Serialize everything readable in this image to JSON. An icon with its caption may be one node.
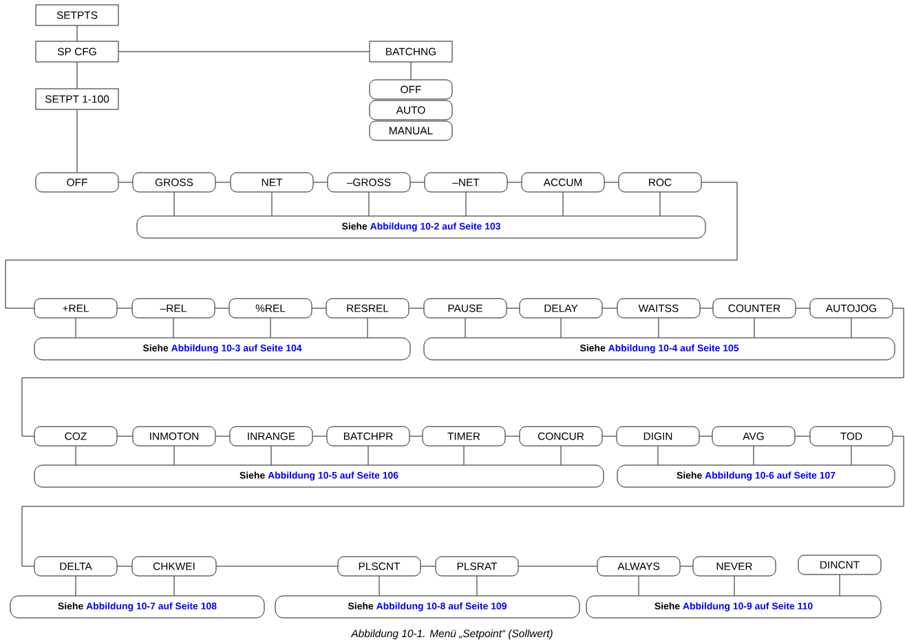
{
  "diagram": {
    "caption": "Abbildung 10-1. Menü „Setpoint“ (Sollwert)",
    "nodes": [
      {
        "text": [
          "SETPTS"
        ]
      },
      {
        "text": [
          "SP CFG"
        ]
      },
      {
        "text": [
          "BATCHNG"
        ]
      },
      {
        "text": [
          "SETPT 1-100"
        ]
      },
      {
        "text": [
          "OFF"
        ]
      },
      {
        "text": [
          "AUTO"
        ]
      },
      {
        "text": [
          "MANUAL"
        ]
      },
      {
        "text": [
          "OFF"
        ]
      },
      {
        "text": [
          "GROSS"
        ]
      },
      {
        "text": [
          "NET"
        ]
      },
      {
        "text": [
          "–GROSS"
        ]
      },
      {
        "text": [
          "–NET"
        ]
      },
      {
        "text": [
          "ACCUM"
        ]
      },
      {
        "text": [
          "ROC"
        ]
      },
      {
        "text": [
          "Siehe",
          "Abbildung 10-2 auf Seite 103"
        ]
      },
      {
        "text": [
          "+REL"
        ]
      },
      {
        "text": [
          "–REL"
        ]
      },
      {
        "text": [
          "%REL"
        ]
      },
      {
        "text": [
          "RESREL"
        ]
      },
      {
        "text": [
          "Siehe",
          "Abbildung 10-3 auf Seite 104"
        ]
      },
      {
        "text": [
          "PAUSE"
        ]
      },
      {
        "text": [
          "DELAY"
        ]
      },
      {
        "text": [
          "WAITSS"
        ]
      },
      {
        "text": [
          "COUNTER"
        ]
      },
      {
        "text": [
          "AUTOJOG"
        ]
      },
      {
        "text": [
          "Siehe",
          "Abbildung 10-4 auf Seite 105"
        ]
      },
      {
        "text": [
          "COZ"
        ]
      },
      {
        "text": [
          "INMOTON"
        ]
      },
      {
        "text": [
          "INRANGE"
        ]
      },
      {
        "text": [
          "BATCHPR"
        ]
      },
      {
        "text": [
          "TIMER"
        ]
      },
      {
        "text": [
          "CONCUR"
        ]
      },
      {
        "text": [
          "Siehe",
          "Abbildung 10-5 auf Seite 106"
        ]
      },
      {
        "text": [
          "DIGIN"
        ]
      },
      {
        "text": [
          "AVG"
        ]
      },
      {
        "text": [
          "TOD"
        ]
      },
      {
        "text": [
          "Siehe",
          "Abbildung 10-6 auf Seite 107"
        ]
      },
      {
        "text": [
          "DELTA"
        ]
      },
      {
        "text": [
          "CHKWEI"
        ]
      },
      {
        "text": [
          "Siehe",
          "Abbildung 10-7 auf Seite 108"
        ]
      },
      {
        "text": [
          "PLSCNT"
        ]
      },
      {
        "text": [
          "PLSRAT"
        ]
      },
      {
        "text": [
          "Siehe",
          "Abbildung 10-8 auf Seite 109"
        ]
      },
      {
        "text": [
          "ALWAYS"
        ]
      },
      {
        "text": [
          "NEVER"
        ]
      },
      {
        "text": [
          "DINCNT"
        ]
      },
      {
        "text": [
          "Siehe",
          "Abbildung 10-9 auf Seite 110"
        ]
      }
    ],
    "edges": [
      {
        "from": 0,
        "to": 1,
        "arrow": "none"
      },
      {
        "from": 1,
        "to": 2,
        "arrow": "none"
      },
      {
        "from": 1,
        "to": 3,
        "arrow": "none"
      },
      {
        "from": 2,
        "to": 4,
        "arrow": "none"
      },
      {
        "from": 3,
        "to": 7,
        "arrow": "none"
      },
      {
        "from": 7,
        "to": 8,
        "arrow": "none"
      },
      {
        "from": 8,
        "to": 9,
        "arrow": "none"
      },
      {
        "from": 9,
        "to": 10,
        "arrow": "none"
      },
      {
        "from": 10,
        "to": 11,
        "arrow": "none"
      },
      {
        "from": 11,
        "to": 12,
        "arrow": "none"
      },
      {
        "from": 12,
        "to": 13,
        "arrow": "none"
      },
      {
        "from": 8,
        "to": 14,
        "arrow": "none"
      },
      {
        "from": 9,
        "to": 14,
        "arrow": "none"
      },
      {
        "from": 10,
        "to": 14,
        "arrow": "none"
      },
      {
        "from": 11,
        "to": 14,
        "arrow": "none"
      },
      {
        "from": 12,
        "to": 14,
        "arrow": "none"
      },
      {
        "from": 13,
        "to": 14,
        "arrow": "none"
      },
      {
        "from": 13,
        "to": 15,
        "arrow": "none"
      },
      {
        "from": 15,
        "to": 16,
        "arrow": "none"
      },
      {
        "from": 16,
        "to": 17,
        "arrow": "none"
      },
      {
        "from": 17,
        "to": 18,
        "arrow": "none"
      },
      {
        "from": 18,
        "to": 20,
        "arrow": "none"
      },
      {
        "from": 20,
        "to": 21,
        "arrow": "none"
      },
      {
        "from": 21,
        "to": 22,
        "arrow": "none"
      },
      {
        "from": 22,
        "to": 23,
        "arrow": "none"
      },
      {
        "from": 23,
        "to": 24,
        "arrow": "none"
      },
      {
        "from": 15,
        "to": 19,
        "arrow": "none"
      },
      {
        "from": 16,
        "to": 19,
        "arrow": "none"
      },
      {
        "from": 17,
        "to": 19,
        "arrow": "none"
      },
      {
        "from": 18,
        "to": 19,
        "arrow": "none"
      },
      {
        "from": 20,
        "to": 25,
        "arrow": "none"
      },
      {
        "from": 21,
        "to": 25,
        "arrow": "none"
      },
      {
        "from": 22,
        "to": 25,
        "arrow": "none"
      },
      {
        "from": 23,
        "to": 25,
        "arrow": "none"
      },
      {
        "from": 24,
        "to": 25,
        "arrow": "none"
      },
      {
        "from": 24,
        "to": 26,
        "arrow": "none"
      },
      {
        "from": 26,
        "to": 27,
        "arrow": "none"
      },
      {
        "from": 27,
        "to": 28,
        "arrow": "none"
      },
      {
        "from": 28,
        "to": 29,
        "arrow": "none"
      },
      {
        "from": 29,
        "to": 30,
        "arrow": "none"
      },
      {
        "from": 30,
        "to": 31,
        "arrow": "none"
      },
      {
        "from": 31,
        "to": 33,
        "arrow": "none"
      },
      {
        "from": 33,
        "to": 34,
        "arrow": "none"
      },
      {
        "from": 34,
        "to": 35,
        "arrow": "none"
      },
      {
        "from": 26,
        "to": 32,
        "arrow": "none"
      },
      {
        "from": 27,
        "to": 32,
        "arrow": "none"
      },
      {
        "from": 28,
        "to": 32,
        "arrow": "none"
      },
      {
        "from": 29,
        "to": 32,
        "arrow": "none"
      },
      {
        "from": 30,
        "to": 32,
        "arrow": "none"
      },
      {
        "from": 31,
        "to": 32,
        "arrow": "none"
      },
      {
        "from": 33,
        "to": 36,
        "arrow": "none"
      },
      {
        "from": 34,
        "to": 36,
        "arrow": "none"
      },
      {
        "from": 35,
        "to": 36,
        "arrow": "none"
      },
      {
        "from": 35,
        "to": 37,
        "arrow": "none"
      },
      {
        "from": 37,
        "to": 38,
        "arrow": "none"
      },
      {
        "from": 38,
        "to": 40,
        "arrow": "none"
      },
      {
        "from": 40,
        "to": 41,
        "arrow": "none"
      },
      {
        "from": 41,
        "to": 43,
        "arrow": "none"
      },
      {
        "from": 43,
        "to": 44,
        "arrow": "none"
      },
      {
        "from": 37,
        "to": 39,
        "arrow": "none"
      },
      {
        "from": 38,
        "to": 39,
        "arrow": "none"
      },
      {
        "from": 40,
        "to": 42,
        "arrow": "none"
      },
      {
        "from": 41,
        "to": 42,
        "arrow": "none"
      },
      {
        "from": 43,
        "to": 46,
        "arrow": "none"
      },
      {
        "from": 44,
        "to": 46,
        "arrow": "none"
      },
      {
        "from": 45,
        "to": 46,
        "arrow": "none"
      }
    ]
  }
}
